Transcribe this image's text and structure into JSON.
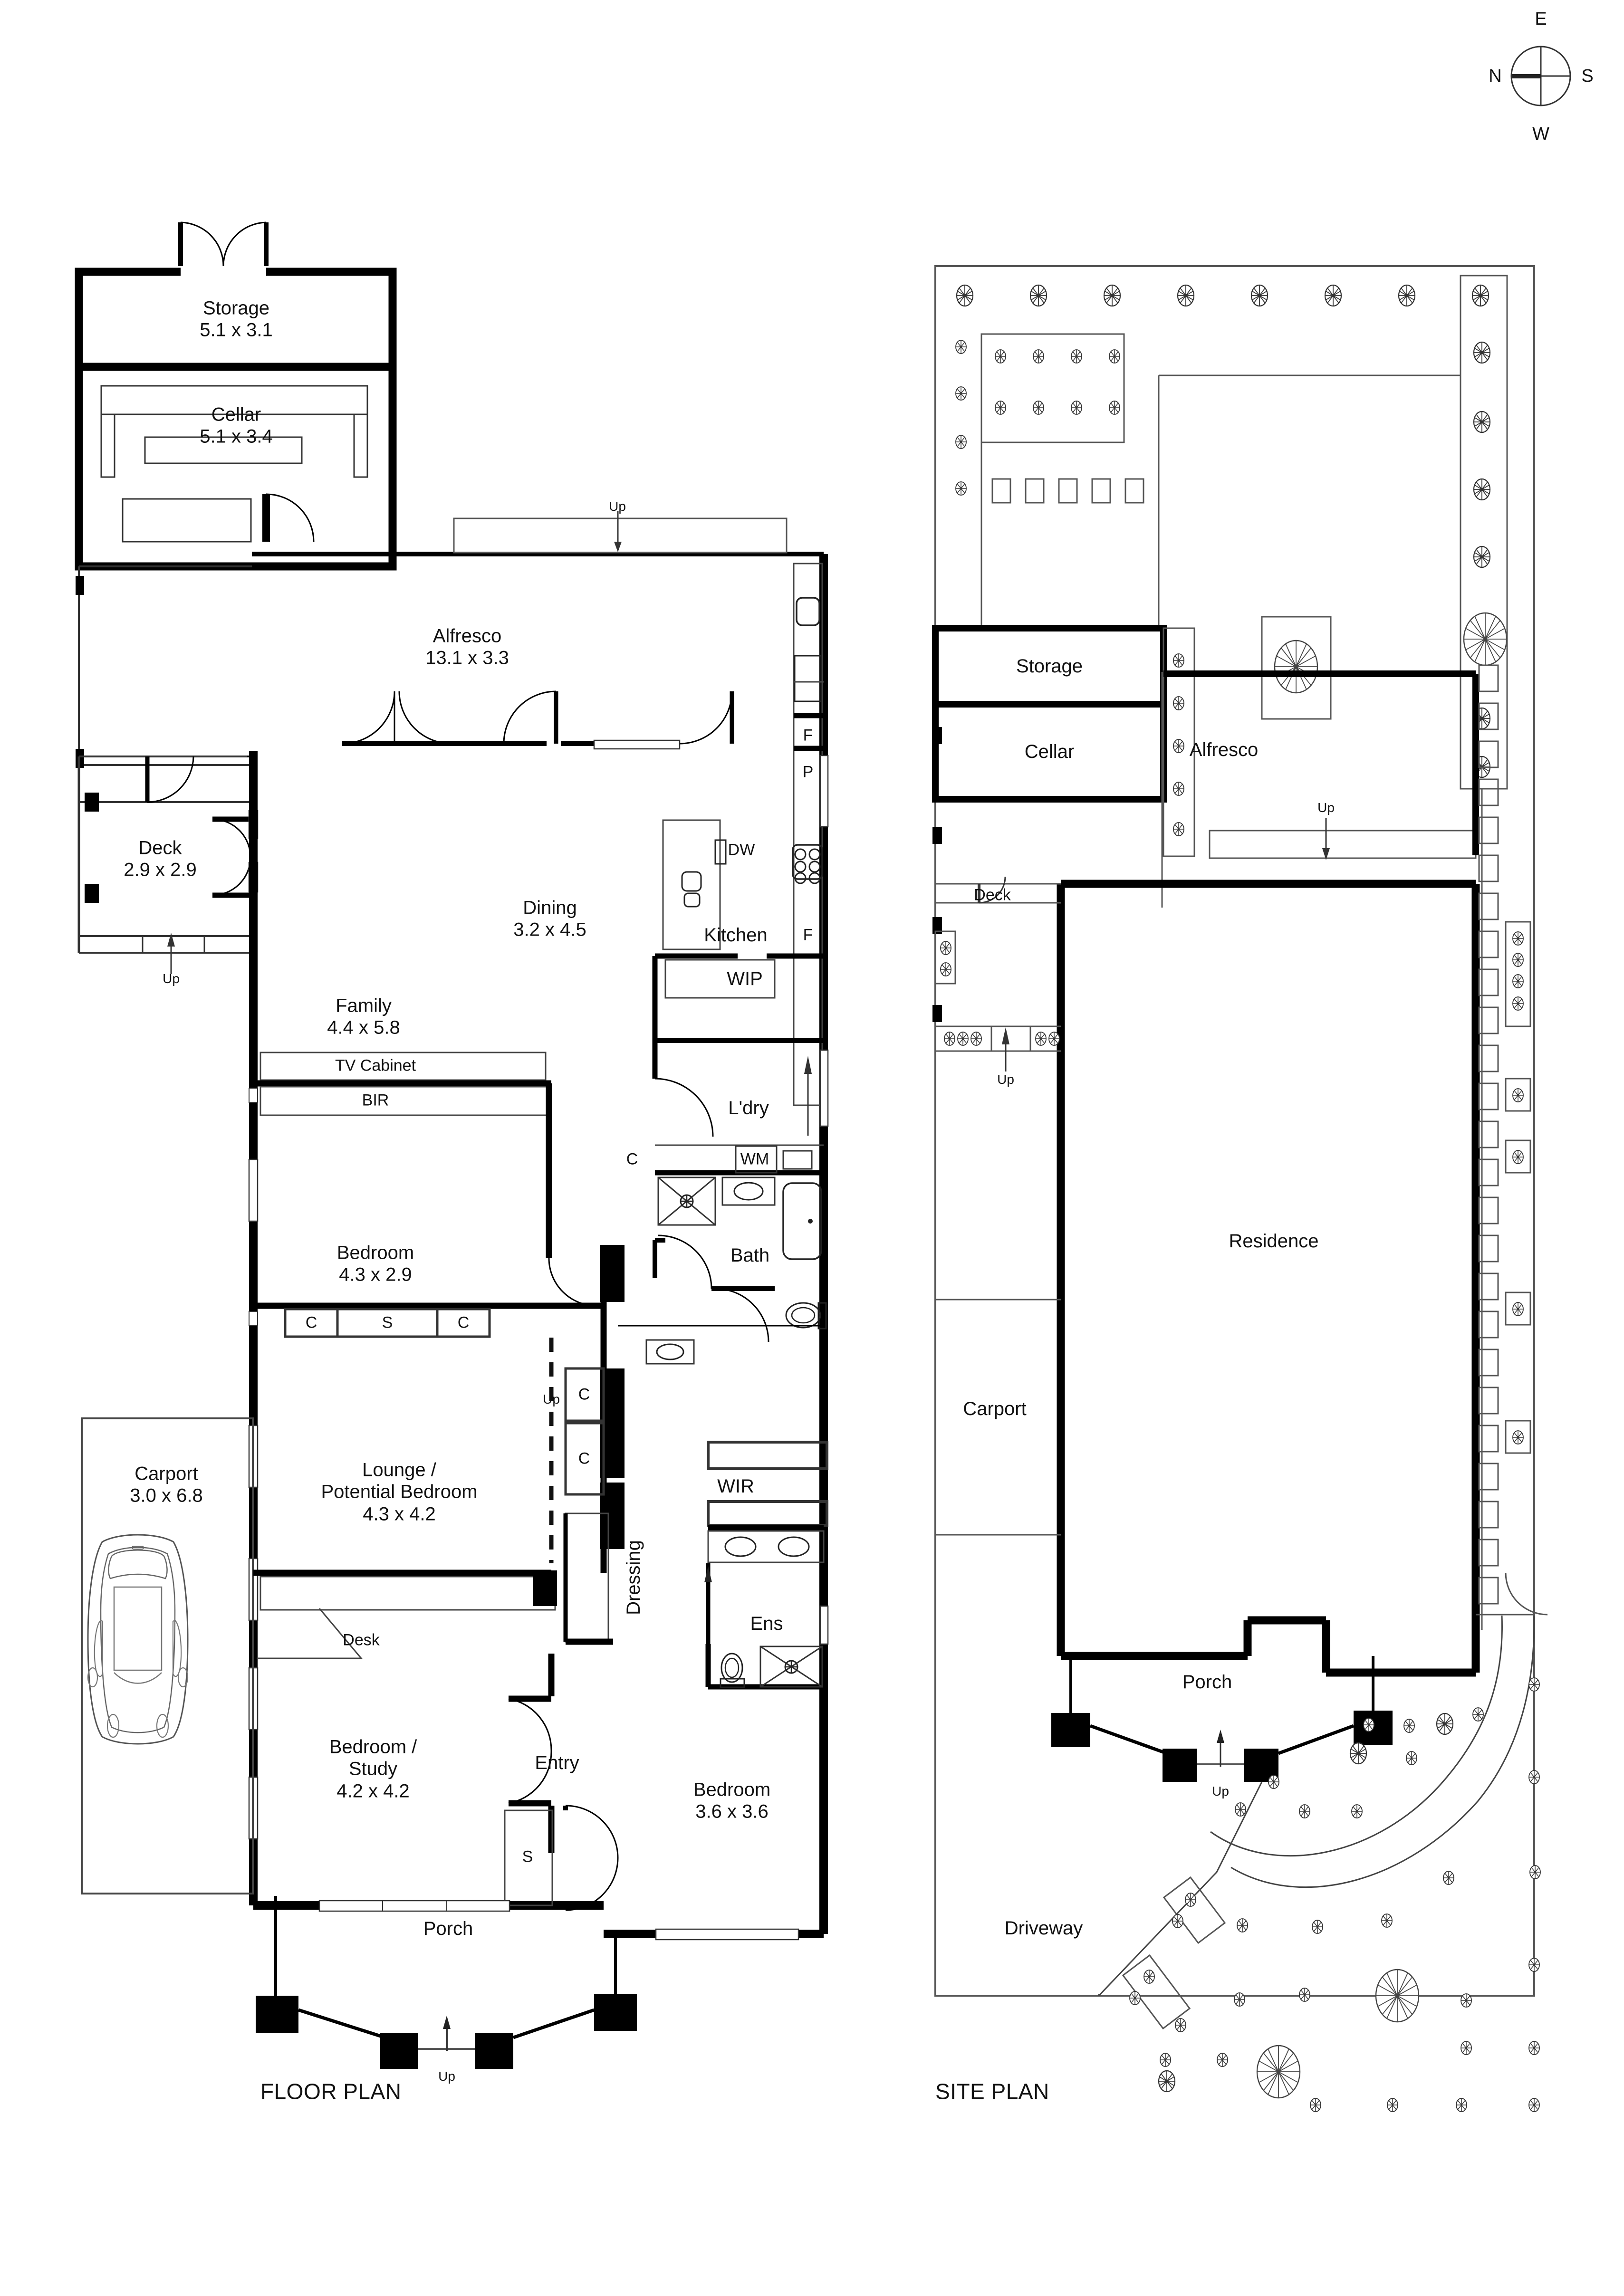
{
  "document": {
    "titles": {
      "floor_plan": "FLOOR PLAN",
      "site_plan": "SITE PLAN"
    }
  },
  "compass": {
    "name": "compass-rose",
    "top": "E",
    "left": "N",
    "right": "S",
    "bottom": "W"
  },
  "floor_plan": {
    "rooms": [
      {
        "name": "storage",
        "label": "Storage",
        "dims": "5.1 x 3.1"
      },
      {
        "name": "cellar",
        "label": "Cellar",
        "dims": "5.1 x 3.4"
      },
      {
        "name": "alfresco",
        "label": "Alfresco",
        "dims": "13.1 x 3.3"
      },
      {
        "name": "deck",
        "label": "Deck",
        "dims": "2.9 x 2.9"
      },
      {
        "name": "dining",
        "label": "Dining",
        "dims": "3.2 x 4.5"
      },
      {
        "name": "family",
        "label": "Family",
        "dims": "4.4 x 5.8"
      },
      {
        "name": "kitchen",
        "label": "Kitchen",
        "dims": ""
      },
      {
        "name": "wip",
        "label": "WIP",
        "dims": ""
      },
      {
        "name": "laundry",
        "label": "L'dry",
        "dims": ""
      },
      {
        "name": "bath",
        "label": "Bath",
        "dims": ""
      },
      {
        "name": "bedroom-1",
        "label": "Bedroom",
        "dims": "4.3 x 2.9"
      },
      {
        "name": "tv-cabinet",
        "label": "TV Cabinet",
        "dims": ""
      },
      {
        "name": "bir",
        "label": "BIR",
        "dims": ""
      },
      {
        "name": "lounge",
        "label": "Lounge /\nPotential Bedroom",
        "dims": "4.3 x 4.2"
      },
      {
        "name": "carport",
        "label": "Carport",
        "dims": "3.0 x 6.8"
      },
      {
        "name": "desk",
        "label": "Desk",
        "dims": ""
      },
      {
        "name": "bedroom-study",
        "label": "Bedroom /\nStudy",
        "dims": "4.2 x 4.2"
      },
      {
        "name": "entry",
        "label": "Entry",
        "dims": ""
      },
      {
        "name": "porch",
        "label": "Porch",
        "dims": ""
      },
      {
        "name": "dressing",
        "label": "Dressing",
        "dims": ""
      },
      {
        "name": "wir",
        "label": "WIR",
        "dims": ""
      },
      {
        "name": "ensuite",
        "label": "Ens",
        "dims": ""
      },
      {
        "name": "bedroom-2",
        "label": "Bedroom",
        "dims": "3.6 x 3.6"
      }
    ],
    "markers": {
      "up": "Up",
      "closet": "C",
      "shelf": "S",
      "fridge": "F",
      "pantry": "P",
      "dishwasher": "DW",
      "washing_machine": "WM"
    }
  },
  "site_plan": {
    "areas": [
      {
        "name": "storage",
        "label": "Storage"
      },
      {
        "name": "cellar",
        "label": "Cellar"
      },
      {
        "name": "alfresco",
        "label": "Alfresco"
      },
      {
        "name": "deck",
        "label": "Deck"
      },
      {
        "name": "residence",
        "label": "Residence"
      },
      {
        "name": "carport",
        "label": "Carport"
      },
      {
        "name": "porch",
        "label": "Porch"
      },
      {
        "name": "driveway",
        "label": "Driveway"
      }
    ],
    "markers": {
      "up": "Up"
    }
  },
  "colors": {
    "wall": "#000000",
    "thin": "#1a1a1a",
    "paper": "#ffffff",
    "text": "#111111"
  }
}
